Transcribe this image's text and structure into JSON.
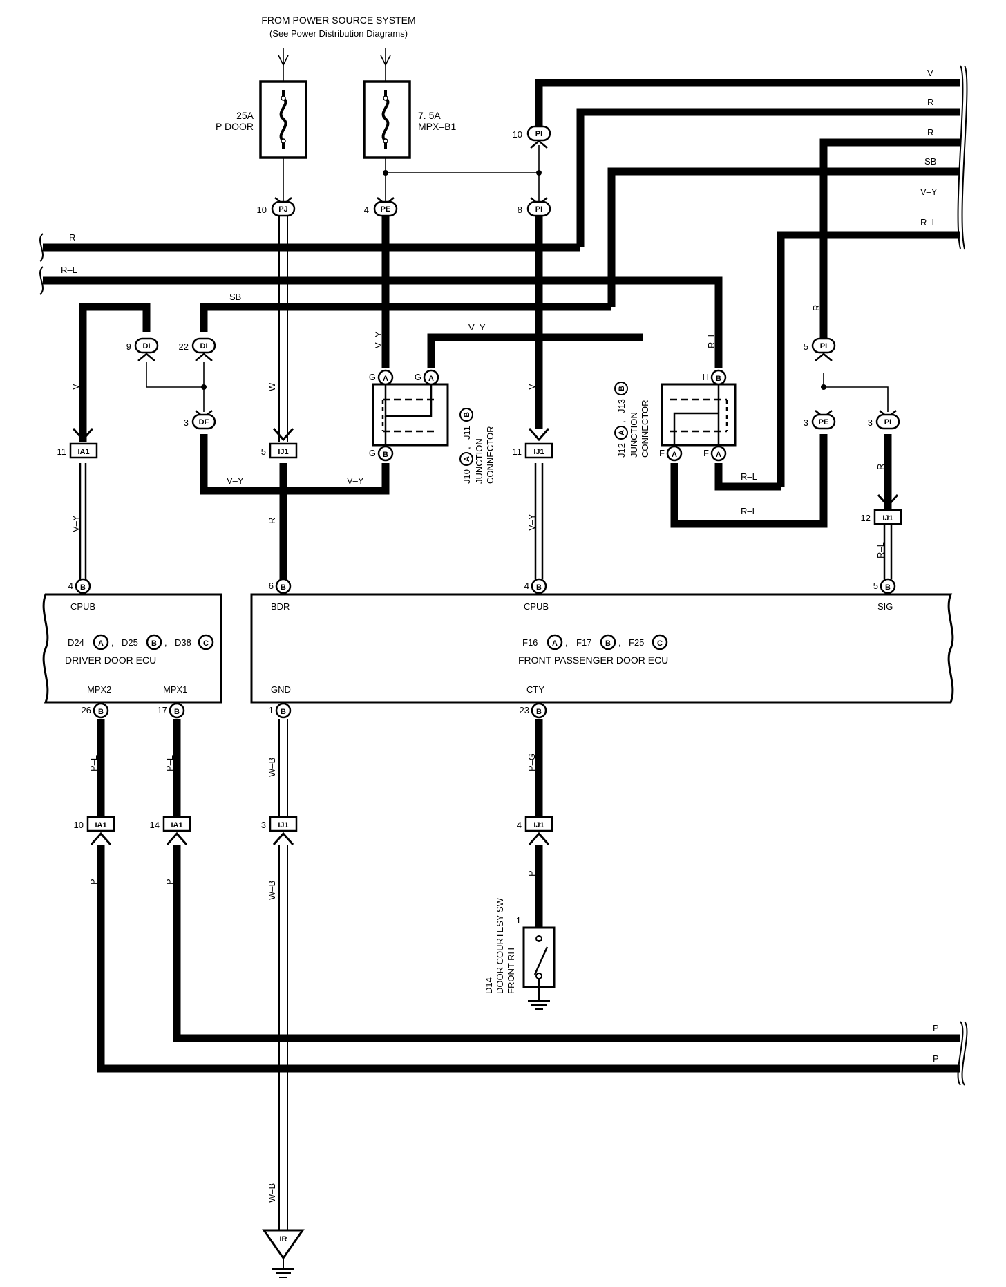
{
  "header": {
    "source_title": "FROM POWER SOURCE SYSTEM",
    "source_subtitle": "(See Power Distribution Diagrams)"
  },
  "fuses": {
    "pdoor": {
      "rating": "25A",
      "name": "P DOOR"
    },
    "mpxb1": {
      "rating": "7. 5A",
      "name": "MPX–B1"
    }
  },
  "connectors": {
    "pj_pin": "10",
    "pj_name": "PJ",
    "pe_top_pin": "4",
    "pe_top_name": "PE",
    "pi10_pin": "10",
    "pi8_pin": "8",
    "pi_name": "PI",
    "di9_pin": "9",
    "di22_pin": "22",
    "di_name": "DI",
    "df_pin": "3",
    "df_name": "DF",
    "pi5_pin": "5",
    "pe3_pin": "3",
    "pe3_name": "PE",
    "pi3_pin": "3",
    "ia1_11_pin": "11",
    "ia1_name": "IA1",
    "ij1_5_pin": "5",
    "ij1_name": "IJ1",
    "ij1_11_pin": "11",
    "ij1_12_pin": "12",
    "ia1_10_pin": "10",
    "ia1_14_pin": "14",
    "ij1_3_pin": "3",
    "ij1_4_pin": "4"
  },
  "junction_left": {
    "pin_top1": "G",
    "pin_top2": "G",
    "pin_bottom": "G",
    "code": "J10",
    "code2": "J11",
    "sep": ",",
    "title": "JUNCTION",
    "title2": "CONNECTOR"
  },
  "junction_right": {
    "pin_top": "H",
    "pin_bottom1": "F",
    "pin_bottom2": "F",
    "code": "J12",
    "code2": "J13",
    "sep": ",",
    "title": "JUNCTION",
    "title2": "CONNECTOR"
  },
  "wire_colors": {
    "right_v": "V",
    "right_r1": "R",
    "right_r2": "R",
    "right_sb": "SB",
    "right_vy": "V–Y",
    "right_rl": "R–L",
    "left_r": "R",
    "left_rl": "R–L",
    "sb_top": "SB",
    "v_left": "V",
    "vy_left": "V–Y",
    "w_mid": "W",
    "r_mid": "R",
    "vy_junction": "V–Y",
    "vy_pe": "V–Y",
    "vy_bottom1": "V–Y",
    "vy_bottom2": "V–Y",
    "v_mid": "V",
    "vy_mid": "V–Y",
    "rl_vertical": "R–L",
    "rl_h1": "R–L",
    "rl_h2": "R–L",
    "r_right": "R",
    "r_right2": "R",
    "rl_right": "R–L",
    "pl_1": "P–L",
    "pl_2": "P–L",
    "wb_1": "W–B",
    "pg": "P–G",
    "p_1": "P",
    "p_2": "P",
    "wb_2": "W–B",
    "p_3": "P",
    "p_bottom1": "P",
    "p_bottom2": "P",
    "wb_3": "W–B"
  },
  "driver_ecu": {
    "top_pin_num": "4",
    "top_pin_name": "CPUB",
    "codes": [
      "D24",
      "D25",
      "D38"
    ],
    "code_letters": [
      "A",
      "B",
      "C"
    ],
    "sep": ",",
    "title": "DRIVER DOOR ECU",
    "bottom_pins": [
      {
        "num": "26",
        "name": "MPX2"
      },
      {
        "num": "17",
        "name": "MPX1"
      }
    ]
  },
  "passenger_ecu": {
    "top_pins": [
      {
        "num": "6",
        "name": "BDR"
      },
      {
        "num": "4",
        "name": "CPUB"
      },
      {
        "num": "5",
        "name": "SIG"
      }
    ],
    "codes": [
      "F16",
      "F17",
      "F25"
    ],
    "code_letters": [
      "A",
      "B",
      "C"
    ],
    "sep": ",",
    "title": "FRONT PASSENGER DOOR ECU",
    "bottom_pins": [
      {
        "num": "1",
        "name": "GND"
      },
      {
        "num": "23",
        "name": "CTY"
      }
    ]
  },
  "switch": {
    "code": "D14",
    "name": "DOOR COURTESY SW",
    "name2": "FRONT RH",
    "pin": "1"
  },
  "ground": {
    "name": "IR"
  },
  "letters": {
    "A": "A",
    "B": "B"
  }
}
